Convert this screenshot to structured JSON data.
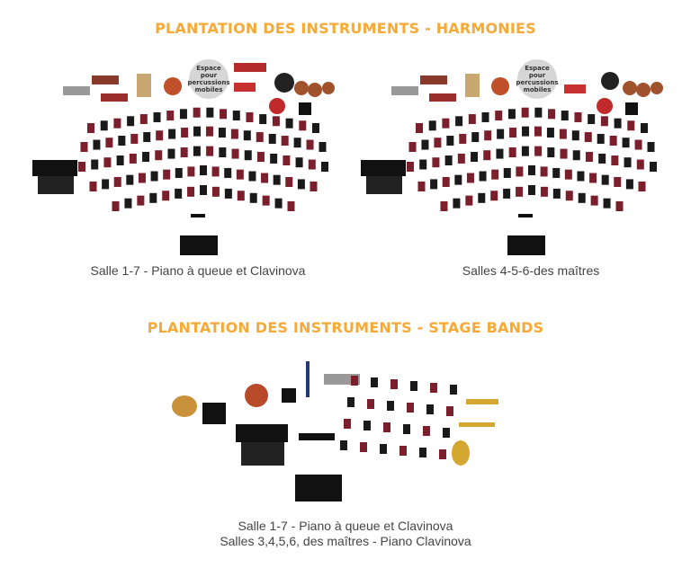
{
  "harmonies": {
    "title": "PLANTATION DES INSTRUMENTS - HARMONIES",
    "percussion_space": [
      "Espace",
      "pour",
      "percussions",
      "mobiles"
    ],
    "left_caption": "Salle 1-7 - Piano à queue et Clavinova",
    "right_caption": "Salles 4-5-6-des maîtres"
  },
  "stage_bands": {
    "title": "PLANTATION DES INSTRUMENTS - STAGE BANDS",
    "caption_line1": "Salle 1-7 - Piano à queue et Clavinova",
    "caption_line2": "Salles 3,4,5,6, des maîtres - Piano Clavinova"
  },
  "colors": {
    "accent": "#f7a935",
    "chair_red": "#7a1f2b",
    "chair_black": "#1a1a1a"
  }
}
